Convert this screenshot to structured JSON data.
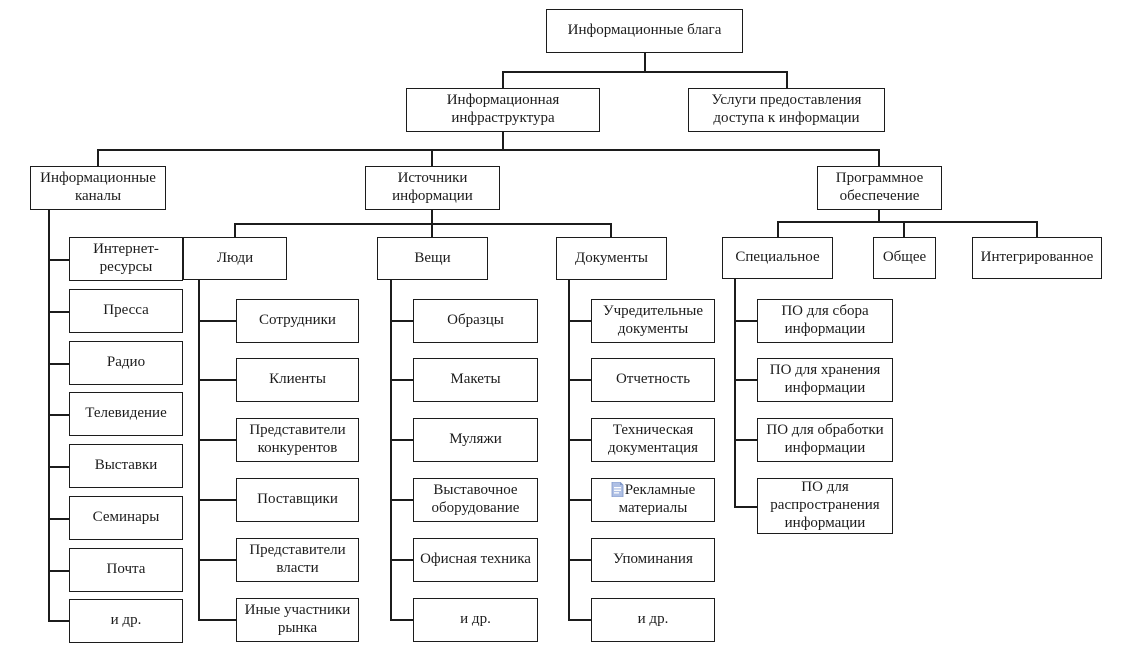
{
  "root": {
    "label": "Информационные блага"
  },
  "level2": [
    {
      "label": "Информационная инфраструктура"
    },
    {
      "label": "Услуги предоставления доступа к информации"
    }
  ],
  "channels": {
    "label": "Информационные каналы",
    "items": [
      "Интернет-ресурсы",
      "Пресса",
      "Радио",
      "Телевидение",
      "Выставки",
      "Семинары",
      "Почта",
      "и др."
    ]
  },
  "sources": {
    "label": "Источники информации",
    "people": {
      "label": "Люди",
      "items": [
        "Сотрудники",
        "Клиенты",
        "Представители конкурентов",
        "Поставщики",
        "Представители власти",
        "Иные участники рынка"
      ]
    },
    "things": {
      "label": "Вещи",
      "items": [
        "Образцы",
        "Макеты",
        "Муляжи",
        "Выставочное оборудование",
        "Офисная техника",
        "и др."
      ]
    },
    "documents": {
      "label": "Документы",
      "items": [
        "Учредительные документы",
        "Отчетность",
        "Техническая документация",
        "Рекламные материалы",
        "Упоминания",
        "и др."
      ]
    }
  },
  "software": {
    "label": "Программное обеспечение",
    "special": {
      "label": "Специальное",
      "items": [
        "ПО для сбора информации",
        "ПО для хранения информации",
        "ПО для обработки информации",
        "ПО для распространения информации"
      ]
    },
    "general": {
      "label": "Общее"
    },
    "integrated": {
      "label": "Интегрированное"
    }
  },
  "colors": {
    "line": "#1c1c1c",
    "box_fill": "#ffffff",
    "doc_icon_fill": "#aebfe4",
    "doc_icon_fold": "#7f97c9"
  }
}
